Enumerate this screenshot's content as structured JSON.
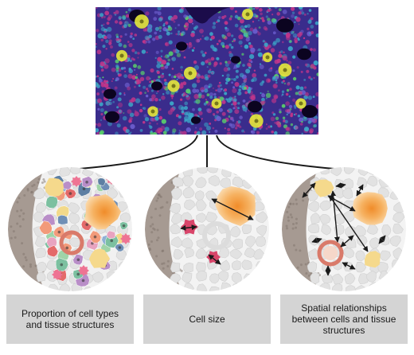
{
  "panels": [
    {
      "caption": "Proportion of cell types and tissue structures"
    },
    {
      "caption": "Cell size"
    },
    {
      "caption": "Spatial relationships between cells and tissue structures"
    }
  ],
  "colors": {
    "micrograph_base": "#3a2c8c",
    "marker_magenta": "#c2368a",
    "marker_cyan": "#3ca9c9",
    "marker_yellow": "#e6e83a",
    "marker_green": "#5ad06a",
    "connector": "#1a1a1a",
    "caption_bg": "#d4d4d4",
    "tissue_wall": "#a69a92",
    "ghost_cell": "#e2e2e2",
    "highlight_orange": "#f4b35c",
    "highlight_pink": "#d9456a"
  },
  "icons": [
    "immunofluorescence-micrograph",
    "cell-composition-circle",
    "cell-size-circle",
    "spatial-relationship-circle"
  ]
}
